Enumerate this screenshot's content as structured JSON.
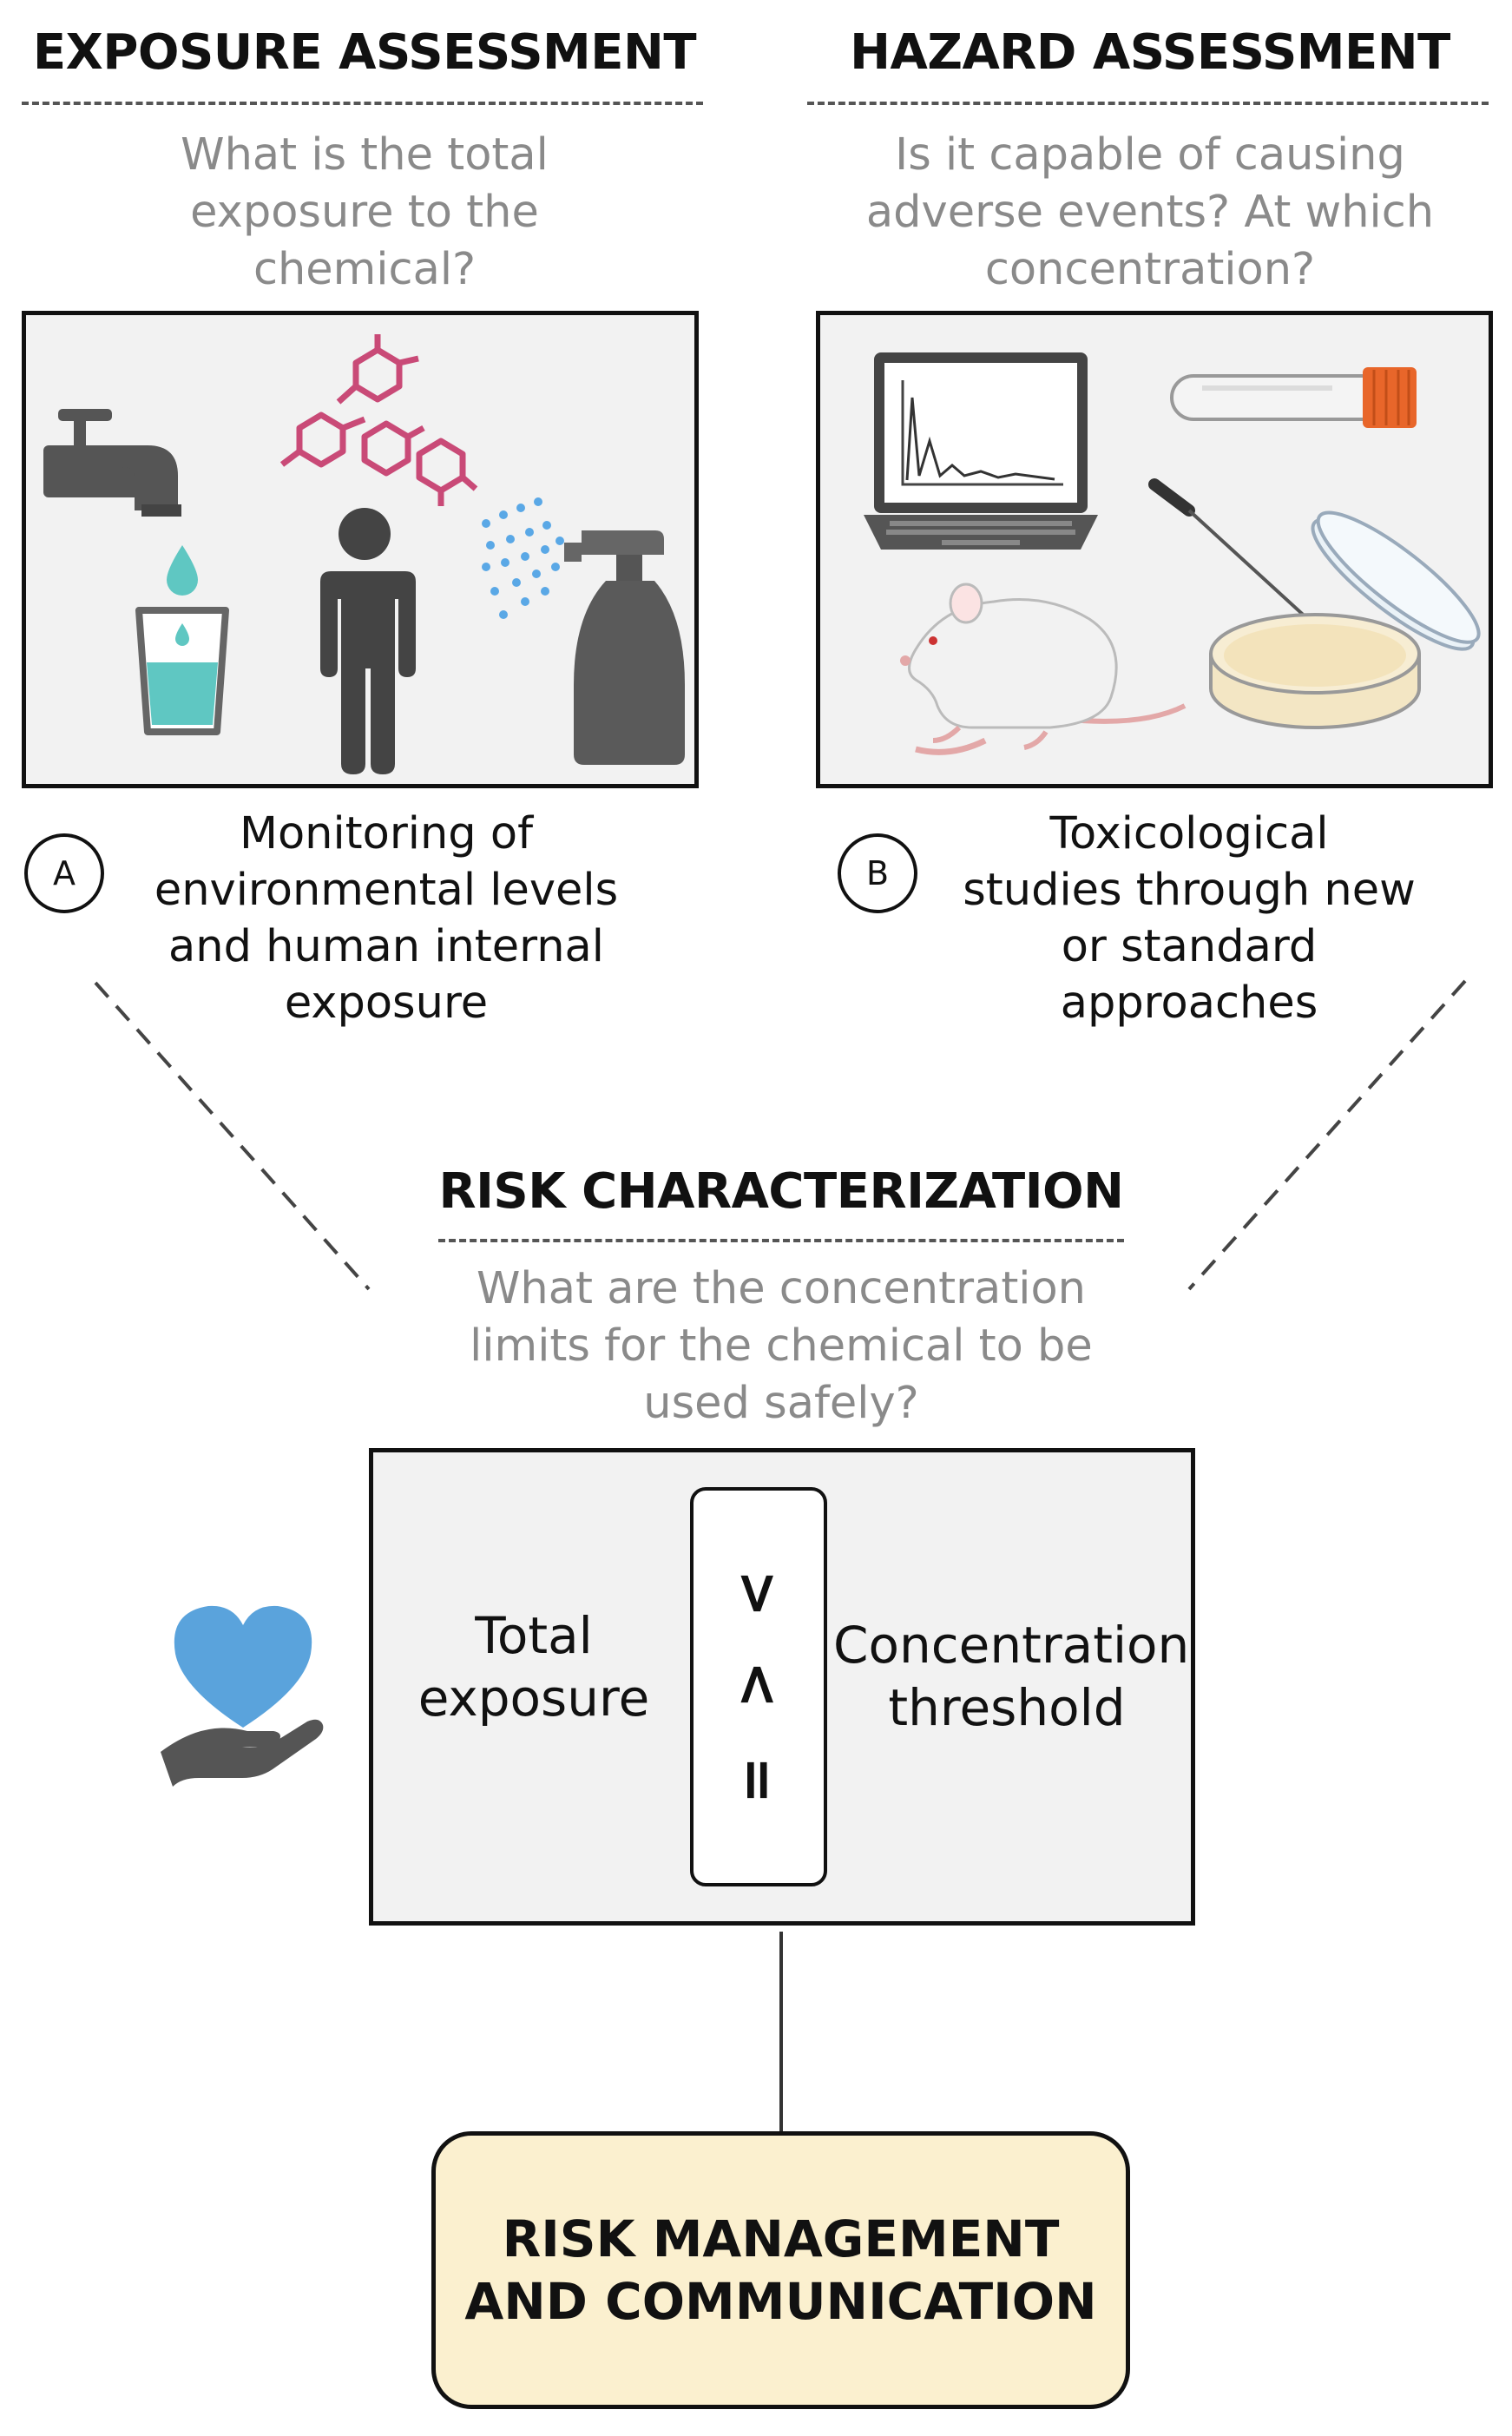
{
  "exposure": {
    "title": "EXPOSURE ASSESSMENT",
    "question_lines": [
      "What is the total",
      "exposure to the",
      "chemical?"
    ],
    "label": "A",
    "caption_lines": [
      "Monitoring of",
      "environmental levels",
      "and human internal",
      "exposure"
    ],
    "icons": [
      "faucet-icon",
      "water-glass-icon",
      "chemical-molecule-icon",
      "person-icon",
      "spray-bottle-icon"
    ]
  },
  "hazard": {
    "title": "HAZARD ASSESSMENT",
    "question_lines": [
      "Is it capable of causing",
      "adverse events? At which",
      "concentration?"
    ],
    "label": "B",
    "caption_lines": [
      "Toxicological",
      "studies through new",
      "or standard",
      "approaches"
    ],
    "icons": [
      "laptop-chart-icon",
      "test-tube-icon",
      "inoculation-loop-icon",
      "petri-dish-icon",
      "rat-icon"
    ]
  },
  "risk": {
    "title": "RISK CHARACTERIZATION",
    "question_lines": [
      "What are the concentration",
      "limits for the chemical to be",
      "used safely?"
    ],
    "left_lines": [
      "Total",
      "exposure"
    ],
    "right_lines": [
      "Concentration",
      "threshold"
    ],
    "operators": [
      ">",
      "<",
      "="
    ],
    "icon": "heart-in-hand-icon"
  },
  "management": {
    "lines": [
      "RISK MANAGEMENT",
      "AND COMMUNICATION"
    ]
  },
  "colors": {
    "panel_bg": "#f2f2f2",
    "management_bg": "#fbf0cf",
    "question_text": "#8a8a8a",
    "molecule": "#c94a77",
    "water": "#5fc7c2",
    "spray": "#5aa8e6",
    "heart": "#5aa3dc",
    "test_tube_cap": "#e8662a",
    "icon_gray": "#555555"
  }
}
